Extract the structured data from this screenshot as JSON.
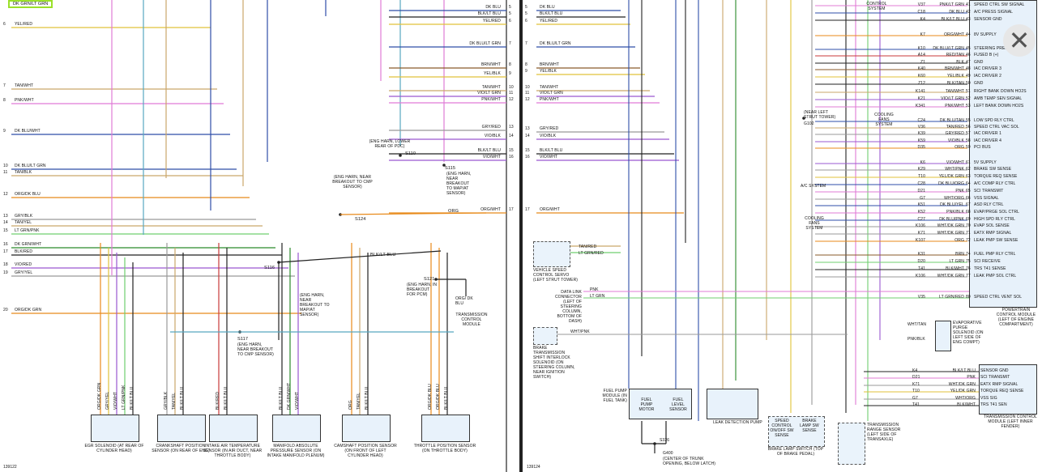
{
  "left": {
    "top_tag": "DK GRN/LT GRN",
    "figure_id": "139122",
    "left_wires": [
      {
        "num": "6",
        "label": "YEL/RED"
      },
      {
        "num": "7",
        "label": "TAN/WHT"
      },
      {
        "num": "8",
        "label": "PNK/WHT"
      },
      {
        "num": "9",
        "label": "DK BLU/WHT"
      },
      {
        "num": "10",
        "label": "DK BLU/LT GRN"
      },
      {
        "num": "11",
        "label": "TAN/BLK"
      },
      {
        "num": "12",
        "label": "ORG/DK BLU"
      },
      {
        "num": "13",
        "label": "GRY/BLK"
      },
      {
        "num": "14",
        "label": "TAN/YEL"
      },
      {
        "num": "15",
        "label": "LT GRN/PNK"
      },
      {
        "num": "16",
        "label": "DK GRN/WHT"
      },
      {
        "num": "17",
        "label": "BLK/RED"
      },
      {
        "num": "18",
        "label": "VIO/RED"
      },
      {
        "num": "19",
        "label": "GRY/YEL"
      },
      {
        "num": "20",
        "label": "ORG/DK GRN"
      }
    ],
    "right_wires": [
      {
        "num": "5",
        "label": "DK BLU"
      },
      {
        "num": "5",
        "label": "BLK/LT BLU"
      },
      {
        "num": "6",
        "label": "YEL/RED"
      },
      {
        "num": "7",
        "label": "DK BLU/LT GRN"
      },
      {
        "num": "8",
        "label": "BRN/WHT"
      },
      {
        "num": "9",
        "label": "YEL/BLK"
      },
      {
        "num": "10",
        "label": "TAN/WHT"
      },
      {
        "num": "11",
        "label": "VIO/LT GRN"
      },
      {
        "num": "12",
        "label": "PNK/WHT"
      },
      {
        "num": "13",
        "label": "GRY/RED"
      },
      {
        "num": "14",
        "label": "VIO/BLK"
      },
      {
        "num": "15",
        "label": "BLK/LT BLU"
      },
      {
        "num": "16",
        "label": "VIO/WHT"
      },
      {
        "num": "17",
        "label": "ORG/WHT"
      }
    ],
    "splices": {
      "s110": "S110",
      "s110_note": "(ENG HARN, LOWER REAR OF PDC)",
      "s115": "S115",
      "s115_note": "(ENG HARN, NEAR BREAKOUT TO MAP/AT SENSOR)",
      "s124": "S124",
      "s124_note": "(ENG HARN, NEAR BREAKOUT TO CMP SENSOR)",
      "s116": "S116",
      "s116_note": "(ENG HARN, NEAR BREAKOUT TO MAP/AT SENSOR)",
      "s117": "S117",
      "s117_note": "(ENG HARN, NEAR BREAKOUT TO CMP SENSOR)",
      "s121": "S121",
      "s121_note": "(ENG HARN, IN BREAKOUT FOR PCM)"
    },
    "misc": {
      "org_label": "ORG",
      "org_dkblu": "ORG/ DK BLU",
      "blk_lt_blu": "BLK/LT BLU",
      "tcm_label": "TRANSMISSION CONTROL MODULE"
    },
    "components": [
      {
        "name": "EGR SOLENOID",
        "sub": "(AT REAR OF CYLINDER HEAD)"
      },
      {
        "name": "CRANKSHAFT POSITION SENSOR",
        "sub": "(ON REAR OF ENG)"
      },
      {
        "name": "INTAKE AIR TEMPERATURE SENSOR",
        "sub": "(IN AIR DUCT, NEAR THROTTLE BODY)"
      },
      {
        "name": "MANIFOLD ABSOLUTE PRESSURE SENSOR",
        "sub": "(ON INTAKE MANIFOLD PLENUM)"
      },
      {
        "name": "CAMSHAFT POSITION SENSOR",
        "sub": "(ON FRONT OF LEFT CYLINDER HEAD)"
      },
      {
        "name": "THROTTLE POSITION SENSOR",
        "sub": "(ON THROTTLE BODY)"
      }
    ],
    "component_pins": [
      [
        "ORG/DK GRN",
        "GRY/YEL",
        "VIO/WHT",
        "LT GRN/PNK",
        "BLK/LT BLU"
      ],
      [
        "GRY/BLK",
        "TAN/YEL",
        "BLK/LT BLU"
      ],
      [
        "BLK/RED",
        "BLK/LT BLU"
      ],
      [
        "BLK/LT BLU",
        "DK GRN/WHT",
        "VIO/WHT"
      ],
      [
        "ORG",
        "TAN/YEL",
        "BLK/LT BLU"
      ],
      [
        "ORG/DK BLU",
        "ORG/DK BLU",
        "BLK/LT BLU"
      ]
    ]
  },
  "right": {
    "figure_id": "139124",
    "left_wires": [
      {
        "num": "5",
        "label": "DK BLU"
      },
      {
        "num": "5",
        "label": "BLK/LT BLU"
      },
      {
        "num": "6",
        "label": "YEL/RED"
      },
      {
        "num": "7",
        "label": "DK BLU/LT GRN"
      },
      {
        "num": "8",
        "label": "BRN/WHT"
      },
      {
        "num": "9",
        "label": "YEL/BLK"
      },
      {
        "num": "10",
        "label": "TAN/WHT"
      },
      {
        "num": "11",
        "label": "VIO/LT GRN"
      },
      {
        "num": "12",
        "label": "PNK/WHT"
      },
      {
        "num": "13",
        "label": "GRY/RED"
      },
      {
        "num": "14",
        "label": "VIO/BLK"
      },
      {
        "num": "15",
        "label": "BLK/LT BLU"
      },
      {
        "num": "16",
        "label": "VIO/WHT"
      },
      {
        "num": "17",
        "label": "ORG/WHT"
      }
    ],
    "pcm_pins": [
      {
        "code": "V37",
        "wire": "PNK/LT GRN",
        "pin": "41",
        "func": "SPEED CTRL SW SIGNAL"
      },
      {
        "code": "C18",
        "wire": "DK BLU",
        "pin": "42",
        "func": "A/C PRESS SIGNAL"
      },
      {
        "code": "K4",
        "wire": "BLK/LT BLU",
        "pin": "43",
        "func": "SENSOR GND"
      },
      {
        "code": "K7",
        "wire": "ORG/WHT",
        "pin": "44",
        "func": "8V SUPPLY"
      },
      {
        "code": "K10",
        "wire": "DK BLU/LT GRN",
        "pin": "45",
        "func": "STEERING PRESS SW SIG"
      },
      {
        "code": "A14",
        "wire": "RED/TAN",
        "pin": "46",
        "func": "FUSED B (+)"
      },
      {
        "code": "Z1",
        "wire": "BLK",
        "pin": "47",
        "func": "GND"
      },
      {
        "code": "K40",
        "wire": "BRN/WHT",
        "pin": "48",
        "func": "IAC DRIVER 3"
      },
      {
        "code": "K60",
        "wire": "YEL/BLK",
        "pin": "49",
        "func": "IAC DRIVER 2"
      },
      {
        "code": "Z12",
        "wire": "BLK/TAN",
        "pin": "50",
        "func": "GND"
      },
      {
        "code": "K141",
        "wire": "TAN/WHT",
        "pin": "51",
        "func": "RIGHT BANK DOWN HO2S"
      },
      {
        "code": "K21",
        "wire": "VIO/LT GRN",
        "pin": "52",
        "func": "AMB TEMP SEN SIGNAL"
      },
      {
        "code": "K341",
        "wire": "PNK/WHT",
        "pin": "53",
        "func": "LEFT BANK DOWN HO2S"
      },
      {
        "code": "C24",
        "wire": "DK BLU/TAN",
        "pin": "55",
        "func": "LOW SPD RLY CTRL"
      },
      {
        "code": "V36",
        "wire": "TAN/RED",
        "pin": "56",
        "func": "SPEED CTRL VAC SOL"
      },
      {
        "code": "K39",
        "wire": "GRY/RED",
        "pin": "57",
        "func": "IAC DRIVER 1"
      },
      {
        "code": "K59",
        "wire": "VIO/BLK",
        "pin": "58",
        "func": "IAC DRIVER 4"
      },
      {
        "code": "D35",
        "wire": "ORG",
        "pin": "59",
        "func": "PCI BUS"
      },
      {
        "code": "K6",
        "wire": "VIO/WHT",
        "pin": "61",
        "func": "5V SUPPLY"
      },
      {
        "code": "K29",
        "wire": "WHT/PNK",
        "pin": "62",
        "func": "BRAKE SW SENSE"
      },
      {
        "code": "T10",
        "wire": "YEL/DK GRN",
        "pin": "63",
        "func": "TORQUE REQ SENSE"
      },
      {
        "code": "C28",
        "wire": "DK BLU/ORG",
        "pin": "64",
        "func": "A/C COMP RLY CTRL"
      },
      {
        "code": "D21",
        "wire": "PNK",
        "pin": "65",
        "func": "SCI TRANSMIT"
      },
      {
        "code": "G7",
        "wire": "WHT/ORG",
        "pin": "66",
        "func": "VSS SIGNAL"
      },
      {
        "code": "K51",
        "wire": "DK BLU/YEL",
        "pin": "67",
        "func": "ASD RLY CTRL"
      },
      {
        "code": "K52",
        "wire": "PNK/BLK",
        "pin": "68",
        "func": "EVAP/PRGE SOL CTRL"
      },
      {
        "code": "C27",
        "wire": "DK BLU/PNK",
        "pin": "69",
        "func": "HIGH SPD RLY CTRL"
      },
      {
        "code": "K106",
        "wire": "WHT/DK GRN",
        "pin": "70",
        "func": "EVAP SOL SENSE"
      },
      {
        "code": "K71",
        "wire": "WHT/DK GRN",
        "pin": "71",
        "func": "EATX RMP SIGNAL"
      },
      {
        "code": "K107",
        "wire": "ORG",
        "pin": "72",
        "func": "LEAK PMP SW SENSE"
      },
      {
        "code": "K31",
        "wire": "BRN",
        "pin": "74",
        "func": "FUEL PMP RLY CTRL"
      },
      {
        "code": "D20",
        "wire": "LT GRN",
        "pin": "75",
        "func": "SCI RECEIVE"
      },
      {
        "code": "T41",
        "wire": "BLK/WHT",
        "pin": "76",
        "func": "TRS T41 SENSE"
      },
      {
        "code": "K106",
        "wire": "WHT/DK GRN",
        "pin": "77",
        "func": "LEAK PMP SOL CTRL"
      },
      {
        "code": "V35",
        "wire": "LT GRN/RED",
        "pin": "80",
        "func": "SPEED CTRL VENT SOL"
      }
    ],
    "pcm_label": "POWERTRAIN CONTROL MODULE",
    "pcm_sub": "(LEFT OF ENGINE COMPARTMENT)",
    "control_system": "CONTROL SYSTEM",
    "cooling_fans": "COOLING FANS SYSTEM",
    "cooling_fans2": "COOLING FANS SYSTEM",
    "ac_system": "A/C SYSTEM",
    "g102": "G102",
    "g102_note": "(NEAR LEFT STRUT TOWER)",
    "vsc_servo": "VEHICLE SPEED CONTROL SERVO",
    "vsc_servo_sub": "(LEFT STRUT TOWER)",
    "vsc_wire1": "TAN/RED",
    "vsc_wire2": "LT GRN/RED",
    "dlc": "DATA LINK CONNECTOR",
    "dlc_sub": "(LEFT OF STEERING COLUMN, BOTTOM OF DASH)",
    "dlc_wire1": "PNK",
    "dlc_wire2": "LT GRN",
    "brake_shift": "BRAKE TRANSMISSION SHIFT INTERLOCK SOLENOID",
    "brake_shift_sub": "(ON STEERING COLUMN, NEAR IGNITION SWITCH)",
    "brake_shift_wire": "WHT/PNK",
    "evap_purge": "EVAPORATIVE PURGE SOLENOID",
    "evap_purge_sub": "(ON LEFT SIDE OF ENG COMPT)",
    "fuel_pump_module": "FUEL PUMP MODULE",
    "fuel_pump_sub": "(IN FUEL TANK)",
    "fuel_pump_motor": "FUEL PUMP MOTOR",
    "fuel_level_sensor": "FUEL LEVEL SENSOR",
    "g400": "G400",
    "g400_note": "(CENTER OF TRUNK OPENING, BELOW LATCH)",
    "s326": "S326",
    "leak_pump": "LEAK DETECTION PUMP",
    "speed_ctrl_sw": "SPEED CONTROL ON/OFF SW SENSE",
    "brake_lamp_sw": "BRAKE LAMP SW SENSE",
    "brake_lamp_switch": "BRAKE LAMP SWITCH",
    "brake_lamp_switch_sub": "(TOP OF BRAKE PEDAL)",
    "trs": "TRANSMISSION RANGE SENSOR",
    "trs_sub": "(LEFT SIDE OF TRANSAXLE)",
    "tcm": "TRANSMISSION CONTROL MODULE",
    "tcm_sub": "(LEFT INNER FENDER)",
    "tcm_pins": [
      {
        "code": "K4",
        "wire": "BLK/LT BLU",
        "func": "SENSOR GND"
      },
      {
        "code": "D21",
        "wire": "PNK",
        "func": "SCI TRANSMIT"
      },
      {
        "code": "K71",
        "wire": "WHT/DK GRN",
        "func": "EATX RMP SIGNAL"
      },
      {
        "code": "T10",
        "wire": "YEL/DK GRN",
        "func": "TORQUE REQ SENSE"
      },
      {
        "code": "G7",
        "wire": "WHT/ORG",
        "func": "VSS SIG"
      },
      {
        "code": "T41",
        "wire": "BLK/WHT",
        "func": "TRS T41 SEN"
      }
    ],
    "white_tan": "WHT/TAN",
    "pnk_blk": "PNK/BLK"
  },
  "close_icon": "close-icon",
  "colors": {
    "blk": "#222222",
    "blu": "#2e4ea8",
    "red": "#c83a3a",
    "pnk": "#e07bd6",
    "grn": "#2b8a2b",
    "ltgrn": "#6fcf6f",
    "yel": "#e0c23a",
    "org": "#e88a1a",
    "tan": "#caa66a",
    "vio": "#9a58d0",
    "gry": "#999999",
    "brn": "#8a5a2a",
    "cyan": "#58a8c0",
    "accent": "#9be02a"
  }
}
